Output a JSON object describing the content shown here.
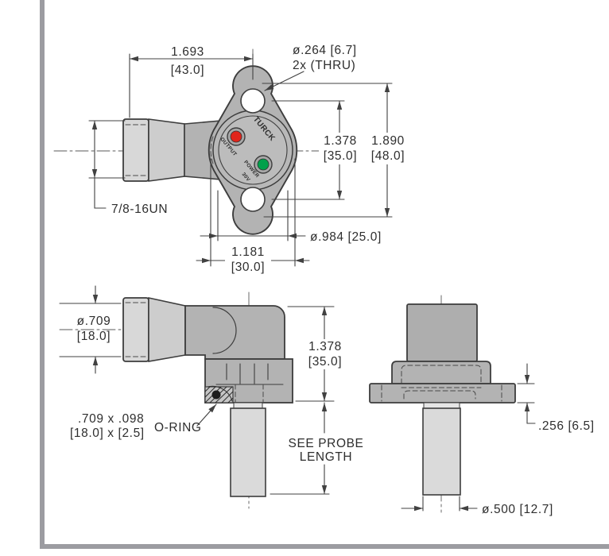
{
  "sheet": {
    "frame_color": "#9c9ca1",
    "line_color": "#414141"
  },
  "front_view": {
    "dim_width": {
      "in": "1.693",
      "mm": "[43.0]"
    },
    "hole_callout": {
      "line1": "ø.264 [6.7]",
      "line2": "2x (THRU)"
    },
    "dim_hole_spacing": {
      "in": "1.378",
      "mm": "[35.0]"
    },
    "dim_overall": {
      "in": "1.890",
      "mm": "[48.0]"
    },
    "thread_callout": "7/8-16UN",
    "dim_face_dia": "ø.984 [25.0]",
    "dim_flange_width": {
      "in": "1.181",
      "mm": "[30.0]"
    },
    "face": {
      "brand": "TURCK",
      "output_label": "OUTPUT",
      "power_label": "POWER",
      "power_label2": "30V",
      "label_color": "#d9b400",
      "led_output_color": "#e0251c",
      "led_power_color": "#00A14B"
    }
  },
  "side_view": {
    "dim_connector_dia": {
      "in": "ø.709",
      "mm": "[18.0]"
    },
    "dim_body_height": {
      "in": "1.378",
      "mm": "[35.0]"
    },
    "oring_callout": {
      "size_in": ".709 x .098",
      "size_mm": "[18.0] x [2.5]",
      "label": "O-RING"
    },
    "probe_note": {
      "line1": "SEE PROBE",
      "line2": "LENGTH"
    }
  },
  "end_view": {
    "dim_flange_thickness": ".256 [6.5]",
    "dim_probe_dia": "ø.500 [12.7]"
  }
}
